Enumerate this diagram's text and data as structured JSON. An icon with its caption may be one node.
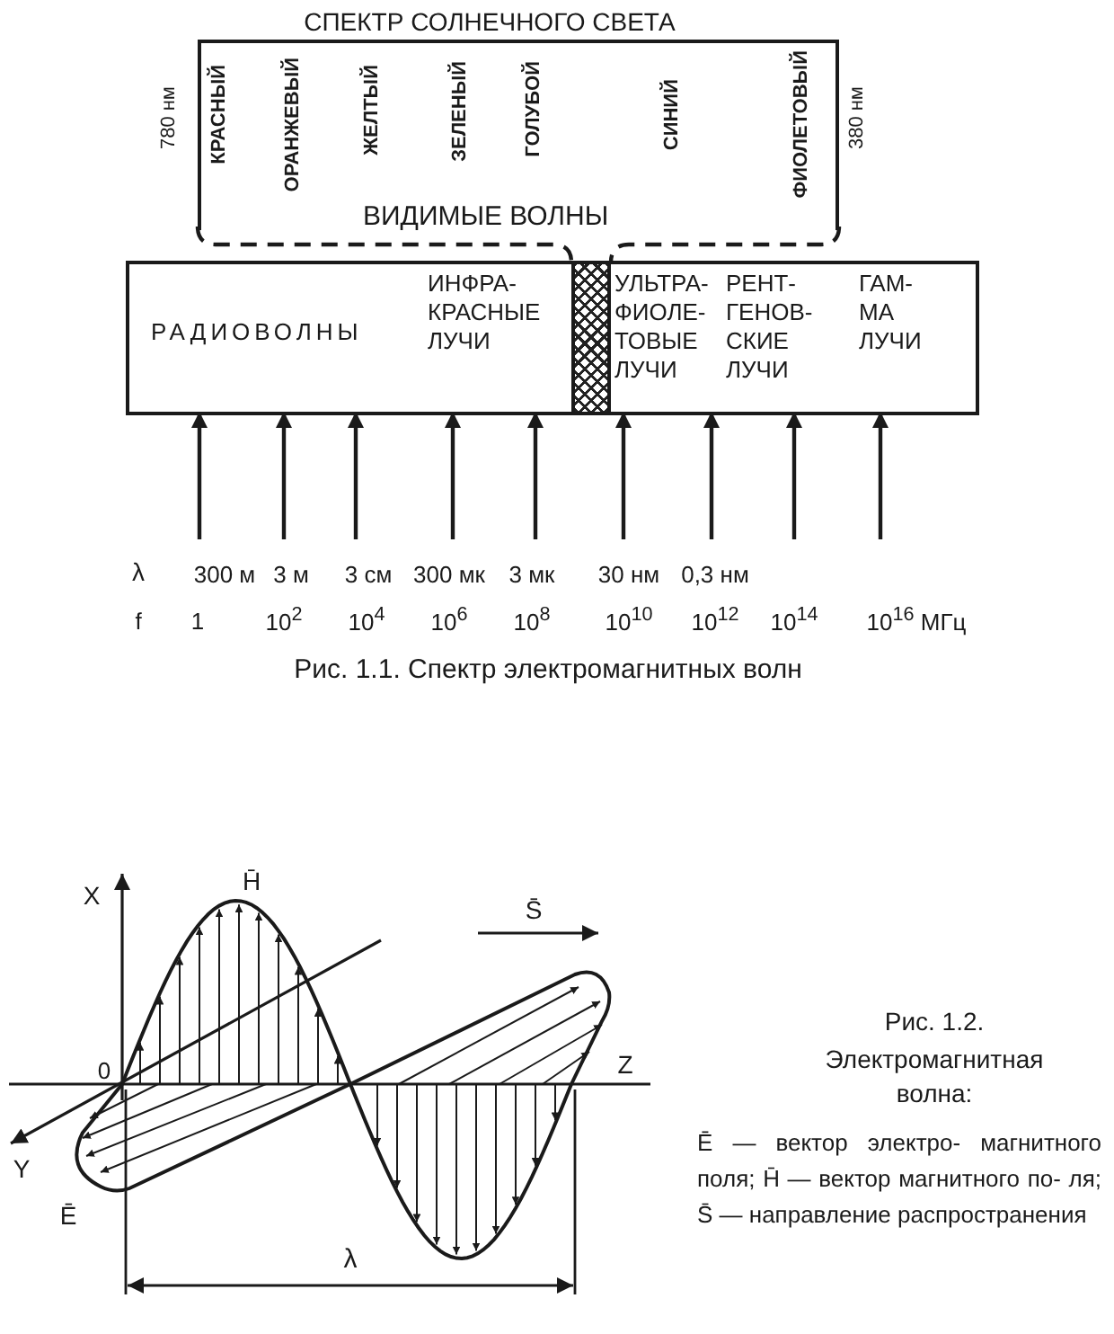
{
  "diagram": {
    "nodes": [
      {
        "text": [
          "СПЕКТР СОЛНЕЧНОГО СВЕТА",
          "КРАСНЫЙ",
          "ОРАНЖЕВЫЙ",
          "ЖЕЛТЫЙ",
          "ЗЕЛЕНЫЙ",
          "ГОЛУБОЙ",
          "СИНИЙ",
          "ФИОЛЕТОВЫЙ",
          "ВИДИМЫЕ ВОЛНЫ"
        ],
        "beside": [
          "780 нм",
          "380 нм"
        ]
      },
      {
        "text": [],
        "shape": "bar"
      },
      {
        "text": [
          "РАДИОВОЛНЫ"
        ],
        "in": 1
      },
      {
        "text": [
          "ИНФРА- КРАСНЫЕ ЛУЧИ"
        ],
        "in": 1
      },
      {
        "text": [],
        "shape": "bar",
        "in": 1
      },
      {
        "text": [
          "УЛЬТРА- ФИОЛЕ- ТОВЫЕ ЛУЧИ"
        ],
        "in": 1
      },
      {
        "text": [
          "РЕНТ- ГЕНОВ- СКИЕ ЛУЧИ"
        ],
        "in": 1
      },
      {
        "text": [
          "ГАМ- МА ЛУЧИ"
        ],
        "in": 1
      }
    ],
    "edges": [
      {
        "from": 0,
        "to": 4,
        "arrow": "none",
        "style": "dashed"
      },
      {
        "from": null,
        "to": 2,
        "arrow": "to"
      },
      {
        "from": null,
        "to": 2,
        "arrow": "to"
      },
      {
        "from": null,
        "to": 2,
        "arrow": "to"
      },
      {
        "from": null,
        "to": 3,
        "arrow": "to"
      },
      {
        "from": null,
        "to": 3,
        "arrow": "to"
      },
      {
        "from": null,
        "to": 5,
        "arrow": "to"
      },
      {
        "from": null,
        "to": 5,
        "arrow": "to"
      },
      {
        "from": null,
        "to": 6,
        "arrow": "to"
      },
      {
        "from": null,
        "to": 7,
        "arrow": "to"
      }
    ],
    "labels": [
      "λ",
      "300 м",
      "3 м",
      "3 см",
      "300 мк",
      "3 мк",
      "30 нм",
      "0,3 нм",
      "f",
      "1",
      "10$^{2}$",
      "10$^{4}$",
      "10$^{6}$",
      "10$^{8}$",
      "10$^{10}$",
      "10$^{12}$",
      "10$^{14}$",
      "10$^{16}$ МГц",
      "Рис. 1.1. Спектр электромагнитных волн",
      "X",
      "H̄",
      "S̄",
      "0",
      "Z",
      "Y",
      "Ē",
      "λ",
      "Рис. 1.2.",
      "Электромагнитная волна:",
      "Ē — вектор электро- магнитного поля; H̄ — вектор магнитного по- ля; S̄ — направление распространения"
    ]
  }
}
